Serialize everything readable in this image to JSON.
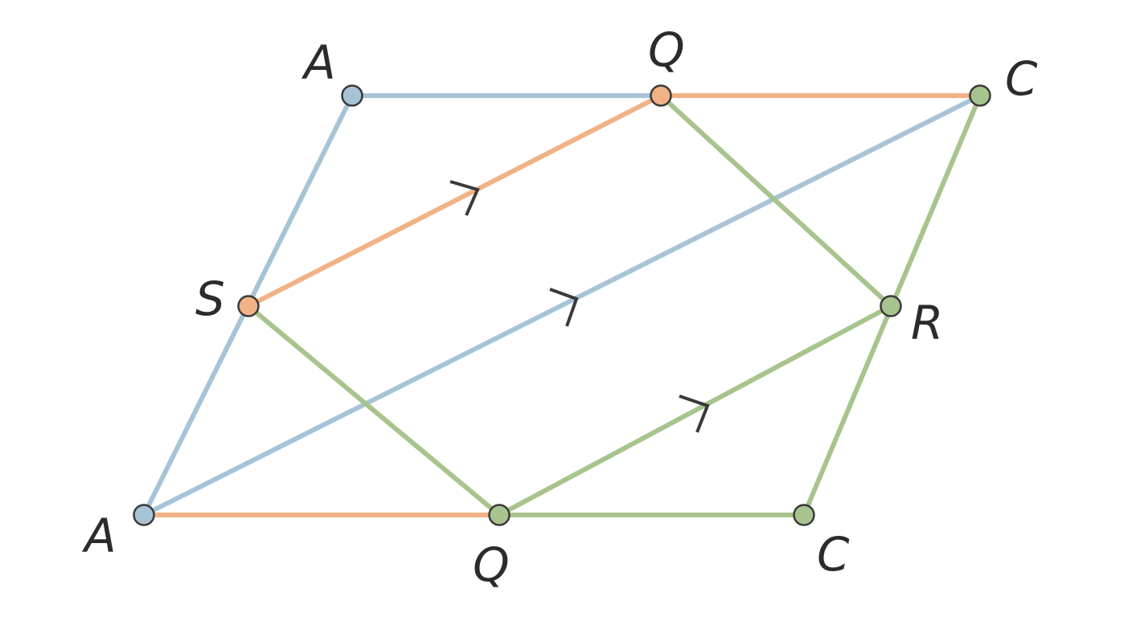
{
  "diagram": {
    "labels": {
      "a_top": "A",
      "q_top": "Q",
      "c_top": "C",
      "s_left": "S",
      "r_right": "R",
      "a_bottom": "A",
      "q_bottom": "Q",
      "c_bottom": "C"
    },
    "colors": {
      "blue": "#a7c4d6",
      "orange": "#f0b286",
      "green": "#a8c48e",
      "point_outline": "#3a3a3a",
      "label": "#2b2b2b"
    }
  }
}
